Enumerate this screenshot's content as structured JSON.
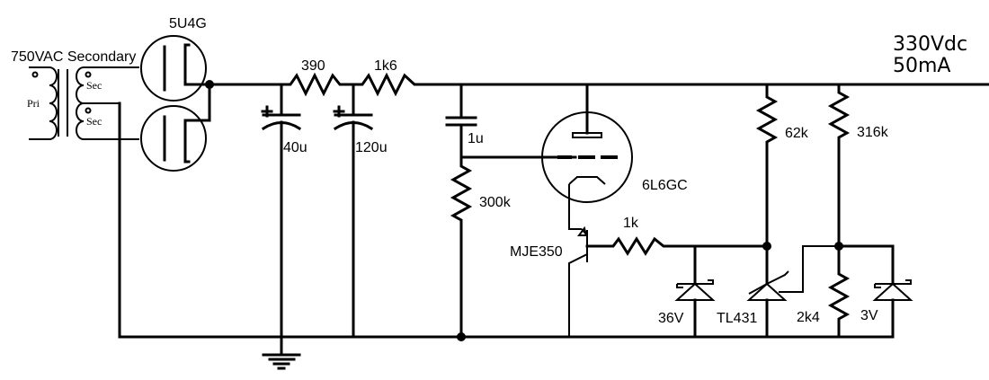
{
  "title": "330Vdc tube-regulated power supply schematic",
  "output": {
    "voltage": "330Vdc",
    "current": "50mA"
  },
  "transformer": {
    "label": "750VAC Secondary",
    "primary": "Pri",
    "secondary_top": "Sec",
    "secondary_bottom": "Sec"
  },
  "components": {
    "rectifier": "5U4G",
    "r_filter1": "390",
    "r_filter2": "1k6",
    "c_filter1": "40u",
    "c_filter2": "120u",
    "c_coupling": "1u",
    "r_grid": "300k",
    "pass_tube": "6L6GC",
    "transistor": "MJE350",
    "r_base": "1k",
    "zener_36": "36V",
    "shunt_ref": "TL431",
    "r_62k": "62k",
    "r_316k": "316k",
    "r_2k4": "2k4",
    "zener_3": "3V"
  },
  "colors": {
    "wire": "#000000",
    "background": "#ffffff"
  }
}
